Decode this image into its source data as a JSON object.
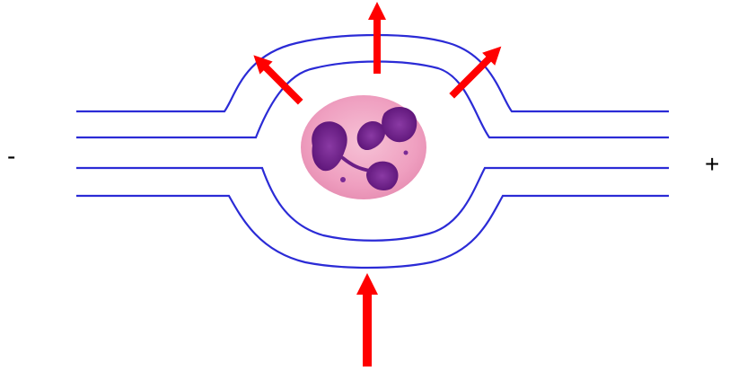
{
  "labels": {
    "negative_pole": "-",
    "positive_pole": "+"
  },
  "colors": {
    "field_lines": "#2b2bd6",
    "arrows": "#ff0000",
    "cell_cytoplasm": "#f0a8c6",
    "cell_nucleus": "#6b1f86",
    "background": "#ffffff"
  },
  "elements": {
    "cell": "neutrophil-cell-image",
    "field_line_count": 4,
    "arrow_count": 4
  }
}
